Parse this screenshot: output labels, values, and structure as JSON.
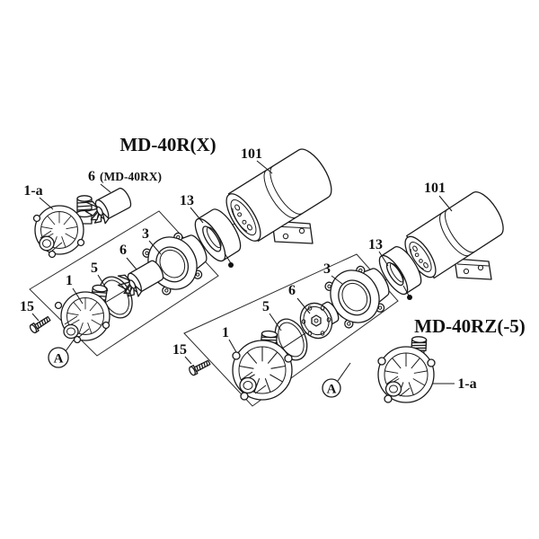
{
  "left_assembly": {
    "title": "MD-40R(X)",
    "pump_head_label": "1-a",
    "impeller_variant_label": "6",
    "impeller_variant_note": "(MD-40RX)",
    "motor_label": "101",
    "coupling_label": "13",
    "rear_casing_label": "3",
    "impeller_label": "6",
    "o_ring_label": "5",
    "pump_body_label": "1",
    "screw_label": "15",
    "section_label": "A"
  },
  "right_assembly": {
    "title": "MD-40RZ(-5)",
    "motor_label": "101",
    "coupling_label": "13",
    "rear_casing_label": "3",
    "impeller_label": "6",
    "o_ring_label": "5",
    "pump_body_label": "1",
    "screw_label": "15",
    "section_label": "A",
    "pump_head_label": "1-a"
  },
  "colors": {
    "line": "#1a1a1a",
    "background": "#ffffff"
  }
}
